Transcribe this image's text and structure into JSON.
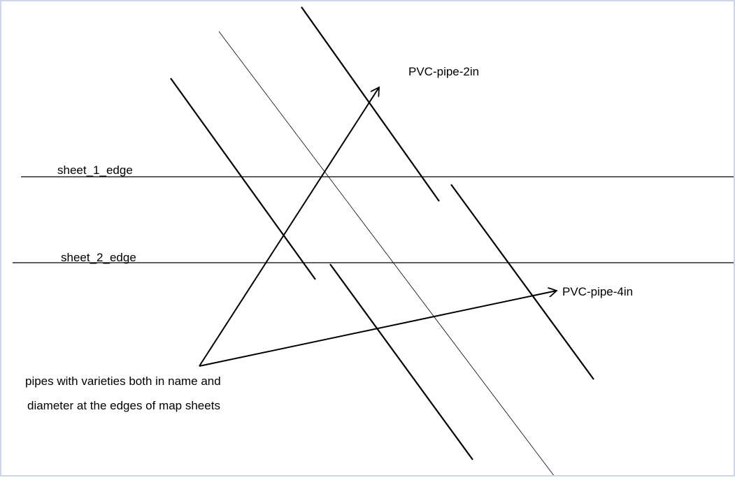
{
  "diagram": {
    "labels": {
      "pvc_2in": "PVC-pipe-2in",
      "pvc_4in": "PVC-pipe-4in",
      "sheet_1_edge": "sheet_1_edge",
      "sheet_2_edge": "sheet_2_edge",
      "caption_line_1": "pipes with varieties both in name and",
      "caption_line_2": "diameter at the edges of map sheets"
    },
    "colors": {
      "background": "#ffffff",
      "frame": "#cfd5e6",
      "line": "#000000",
      "text": "#000000"
    }
  }
}
